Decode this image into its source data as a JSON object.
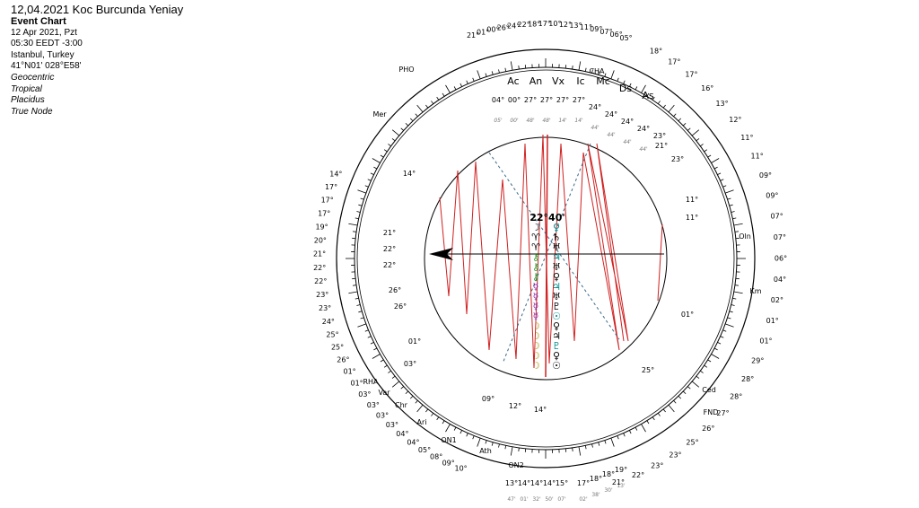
{
  "header": {
    "title": "12,04.2021 Koc Burcunda Yeniay",
    "chart_type": "Event Chart",
    "date": "12 Apr 2021, Pzt",
    "time": "05:30  EEDT -3:00",
    "place": "Istanbul, Turkey",
    "coords": "41°N01' 028°E58'",
    "settings": [
      "Geocentric",
      "Tropical",
      "Placidus",
      "True Node"
    ]
  },
  "center": {
    "label": "22°40'"
  },
  "colors": {
    "aspect_line": "#d02020",
    "dashed_line": "#3a6a8a",
    "ring": "#000000",
    "retro": "#d04040"
  },
  "house_cusps": [
    "Ac",
    "An",
    "Vx",
    "Ic",
    "Mc",
    "Ds",
    "As"
  ],
  "top_degrees": [
    "04°",
    "00°",
    "27°",
    "27°",
    "27°",
    "27°",
    "24°",
    "24°",
    "24°",
    "24°",
    "23°"
  ],
  "top_minutes": [
    "05'",
    "00'",
    "48'",
    "48'",
    "14'",
    "14'",
    "44'",
    "44'",
    "44'",
    "44'"
  ],
  "bottom_degrees": [
    "13°",
    "14°",
    "14°",
    "14°",
    "15°",
    "17°",
    "18°",
    "18°",
    "19°"
  ],
  "bottom_minutes": [
    "47'",
    "01'",
    "32'",
    "50'",
    "07'",
    "02'",
    "38'",
    "30'",
    "13'"
  ],
  "left_degrees": [
    "21°",
    "22°",
    "22°",
    "26°",
    "26°",
    "01°",
    "03°",
    "09°",
    "12°",
    "14°",
    "14°"
  ],
  "right_degrees": [
    "11°",
    "11°",
    "01°",
    "25°",
    "23°",
    "21°"
  ],
  "outer_labels_right": [
    "18°",
    "17°",
    "17°",
    "16°",
    "13°",
    "12°",
    "11°",
    "11°",
    "09°",
    "09°",
    "07°",
    "07°",
    "06°",
    "04°",
    "02°",
    "01°",
    "01°",
    "29°",
    "28°",
    "28°",
    "27°",
    "26°",
    "25°",
    "23°",
    "23°",
    "22°",
    "21°"
  ],
  "outer_labels_left": [
    "14°",
    "17°",
    "17°",
    "17°",
    "19°",
    "20°",
    "21°",
    "22°",
    "22°",
    "23°",
    "23°",
    "24°",
    "25°",
    "25°",
    "26°",
    "01°",
    "01°",
    "03°",
    "03°",
    "03°",
    "03°",
    "04°",
    "04°",
    "05°",
    "08°",
    "09°",
    "10°"
  ],
  "outer_labels_top": [
    "21°",
    "01°",
    "00°",
    "26°",
    "24°",
    "22°",
    "18°",
    "17°",
    "10°",
    "12°",
    "13°",
    "11°",
    "09°",
    "07°",
    "06°",
    "05°"
  ],
  "point_names": [
    "Mer",
    "PHO",
    "CHA",
    "Oln",
    "Km",
    "Ced",
    "FND",
    "RHA",
    "Var",
    "Chr",
    "Ari",
    "ON1",
    "ON2",
    "Ath"
  ]
}
